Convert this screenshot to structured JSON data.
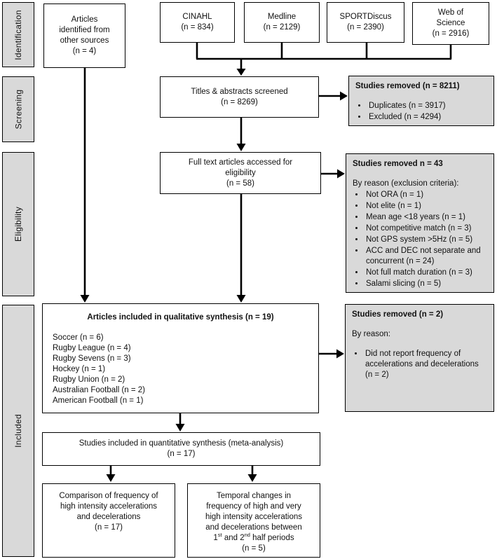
{
  "colors": {
    "note_fill": "#d9d9d9",
    "box_fill": "#ffffff",
    "line": "#000000"
  },
  "sidebar": {
    "identification": "Identification",
    "screening": "Screening",
    "eligibility": "Eligibility",
    "included": "Included"
  },
  "identification": {
    "other_sources_lines": [
      "Articles",
      "identified from",
      "other sources",
      "(n = 4)"
    ],
    "databases": [
      {
        "lines": [
          "CINAHL",
          "(n = 834)"
        ]
      },
      {
        "lines": [
          "Medline",
          "(n = 2129)"
        ]
      },
      {
        "lines": [
          "SPORTDiscus",
          "(n = 2390)"
        ]
      },
      {
        "lines": [
          "Web of",
          "Science",
          "(n = 2916)"
        ]
      }
    ]
  },
  "screening": {
    "screened_lines": [
      "Titles & abstracts screened",
      "(n = 8269)"
    ],
    "removed": {
      "title": "Studies removed (n = 8211)",
      "bullets": [
        "Duplicates (n = 3917)",
        "Excluded (n = 4294)"
      ]
    }
  },
  "eligibility": {
    "fulltext_lines": [
      "Full text articles accessed for",
      "eligibility",
      "(n = 58)"
    ],
    "removed": {
      "title": "Studies removed n = 43",
      "reason_label": "By reason (exclusion criteria):",
      "bullets": [
        "Not ORA (n = 1)",
        "Not elite (n = 1)",
        "Mean age <18 years (n = 1)",
        "Not competitive match (n = 3)",
        "Not GPS system >5Hz (n = 5)",
        "ACC and DEC not separate and concurrent (n = 24)",
        "Not full match duration (n = 3)",
        "Salami slicing (n = 5)"
      ]
    }
  },
  "included": {
    "qualitative": {
      "title": "Articles included in qualitative synthesis (n = 19)",
      "items": [
        "Soccer (n = 6)",
        "Rugby League (n = 4)",
        "Rugby Sevens (n = 3)",
        "Hockey (n = 1)",
        "Rugby Union (n = 2)",
        "Australian Football (n = 2)",
        "American Football (n = 1)"
      ]
    },
    "removed": {
      "title": "Studies removed (n = 2)",
      "reason_label": "By reason:",
      "bullets": [
        "Did not report frequency of accelerations and decelerations (n = 2)"
      ]
    },
    "quantitative_lines": [
      "Studies included in quantitative synthesis (meta-analysis)",
      "(n = 17)"
    ],
    "comparison_lines": [
      "Comparison of frequency of",
      "high intensity accelerations",
      "and decelerations",
      "(n = 17)"
    ],
    "temporal": {
      "lines_before": [
        "Temporal changes in",
        "frequency of high and very",
        "high intensity accelerations",
        "and decelerations between"
      ],
      "sup": {
        "a": "1",
        "a_sup": "st",
        "b": " and 2",
        "b_sup": "nd",
        "c": " half periods"
      },
      "count_line": "(n = 5)"
    }
  }
}
